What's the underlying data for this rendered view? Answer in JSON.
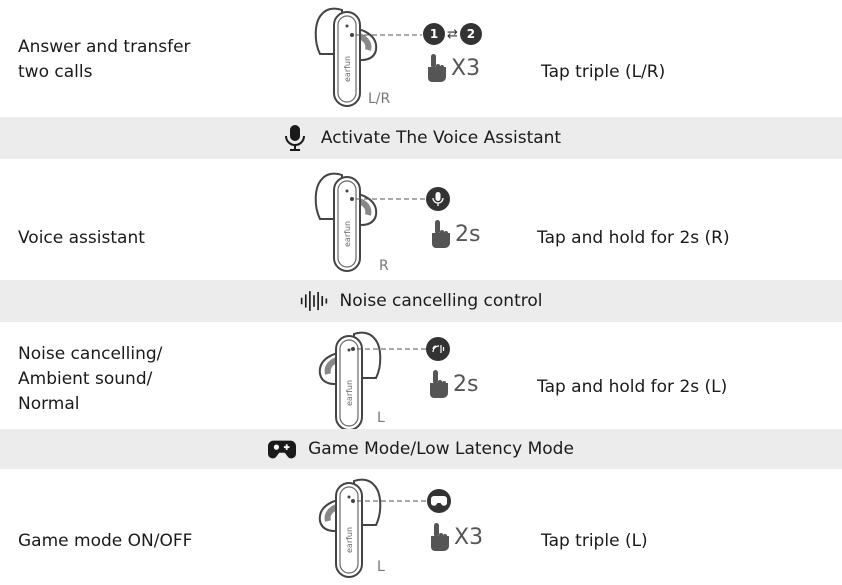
{
  "rows": [
    {
      "label": "Answer and transfer\ntwo calls",
      "side": "L/R",
      "gesture": "X3",
      "action": "Tap triple (L/R)",
      "icon": "call-transfer-icon",
      "call_a": "1",
      "call_b": "2"
    },
    {
      "label": "Voice assistant",
      "side": "R",
      "gesture": "2s",
      "action": "Tap and hold for 2s (R)",
      "icon": "microphone-icon"
    },
    {
      "label": "Noise cancelling/\nAmbient sound/\nNormal",
      "side": "L",
      "gesture": "2s",
      "action": "Tap and hold for 2s (L)",
      "icon": "noise-cancelling-icon"
    },
    {
      "label": "Game mode ON/OFF",
      "side": "L",
      "gesture": "X3",
      "action": "Tap triple (L)",
      "icon": "gamepad-icon"
    }
  ],
  "sections": [
    {
      "title": "Activate The Voice Assistant",
      "icon": "microphone-icon"
    },
    {
      "title": "Noise cancelling control",
      "icon": "soundwave-icon"
    },
    {
      "title": "Game Mode/Low Latency Mode",
      "icon": "gamepad-icon"
    }
  ],
  "earbud_brand": "earfun",
  "colors": {
    "bar": "#ececec",
    "text": "#1a1a1a",
    "icon": "#333333"
  }
}
